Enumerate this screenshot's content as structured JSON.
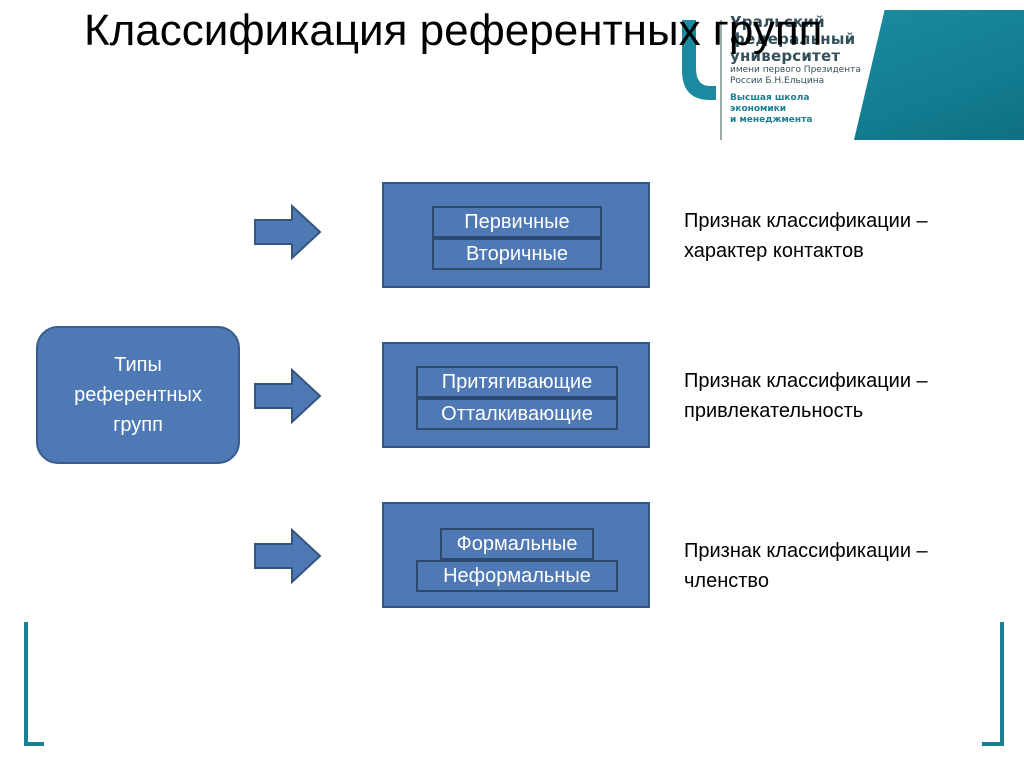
{
  "slide": {
    "title": "Классификация референтных групп",
    "logo": {
      "line1": "Уральский",
      "line2": "федеральный",
      "line3": "университет",
      "line4": "имени первого Президента",
      "line5": "России Б.Н.Ельцина",
      "line6": "Высшая школа",
      "line7": "экономики",
      "line8": "и менеджмента"
    },
    "root_label": "Типы\nреферентных\nгрупп",
    "groups": [
      {
        "items": [
          "Первичные",
          "Вторичные"
        ],
        "criterion": [
          "Признак классификации –",
          "характер контактов"
        ]
      },
      {
        "items": [
          "Притягивающие",
          "Отталкивающие"
        ],
        "criterion": [
          "Признак классификации –",
          "привлекательность"
        ]
      },
      {
        "items": [
          "Формальные",
          "Неформальные"
        ],
        "criterion": [
          "Признак классификации –",
          "членство"
        ]
      }
    ],
    "colors": {
      "box_fill": "#4f79b4",
      "box_border": "#34557f",
      "accent": "#1b7f92"
    }
  }
}
